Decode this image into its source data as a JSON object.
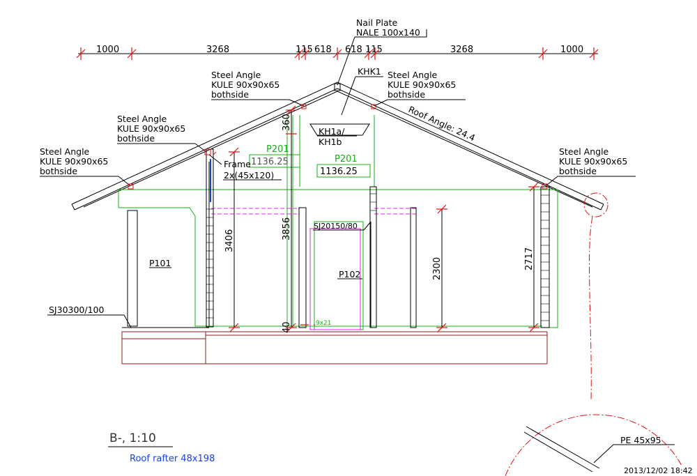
{
  "dimensions": {
    "top": [
      "1000",
      "3268",
      "115",
      "618",
      "618",
      "115",
      "3268",
      "1000"
    ],
    "vertical": [
      "3406",
      "3856",
      "360",
      "2300",
      "2717",
      "40"
    ]
  },
  "labels": {
    "nail_plate_1": "Nail Plate",
    "nail_plate_2": "NALE 100x140",
    "khk1": "KHK1",
    "steel_angle": "Steel Angle",
    "kule": "KULE 90x90x65",
    "bothside": "bothside",
    "roof_angle": "Roof Angle: 24.4",
    "kh1a": "KH1a/",
    "kh1b": "KH1b",
    "p201": "P201",
    "p201_value": "1136.25",
    "frame_1": "Frame",
    "frame_2": "2x(45x120)",
    "sj20150": "SJ20150/80",
    "p101": "P101",
    "p102": "P102",
    "sj30300": "SJ30300/100",
    "nine_x_21": "9x21",
    "pe": "PE 45x95",
    "title": "B-, 1:10",
    "roof_rafter": "Roof rafter 48x198",
    "timestamp": "2013/12/02 18:42"
  },
  "colors": {
    "line": "#000000",
    "dim_red": "#e01010",
    "green": "#11b211",
    "magenta": "#e020e0",
    "blue": "#1a3fe0",
    "brown": "#8b1a1a"
  }
}
